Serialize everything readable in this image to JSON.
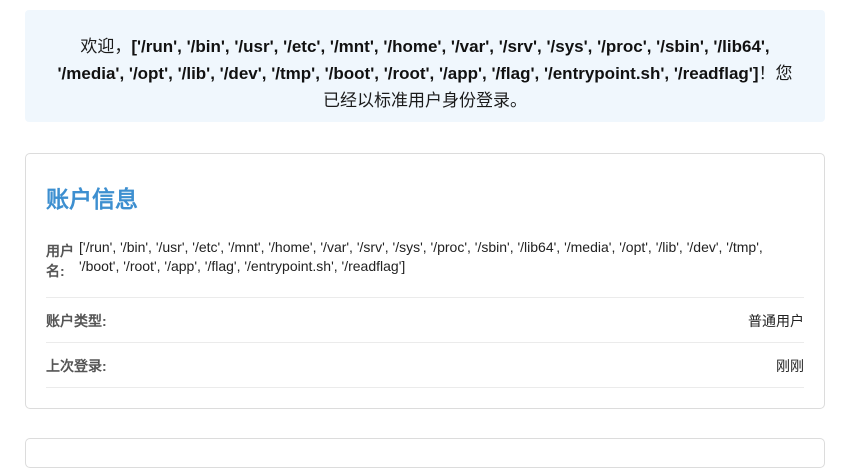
{
  "welcome": {
    "prefix": "欢迎，",
    "username": "['/run', '/bin', '/usr', '/etc', '/mnt', '/home', '/var', '/srv', '/sys', '/proc', '/sbin', '/lib64', '/media', '/opt', '/lib', '/dev', '/tmp', '/boot', '/root', '/app', '/flag', '/entrypoint.sh', '/readflag']",
    "suffix": "！您已经以标准用户身份登录。"
  },
  "account": {
    "title": "账户信息",
    "username_label": "用户名:",
    "username_value": "['/run', '/bin', '/usr', '/etc', '/mnt', '/home', '/var', '/srv', '/sys', '/proc', '/sbin', '/lib64', '/media', '/opt', '/lib', '/dev', '/tmp', '/boot', '/root', '/app', '/flag', '/entrypoint.sh', '/readflag']",
    "type_label": "账户类型:",
    "type_value": "普通用户",
    "last_login_label": "上次登录:",
    "last_login_value": "刚刚"
  },
  "colors": {
    "accent": "#3d8fd0",
    "welcome_bg": "#f0f7fd",
    "border": "#dcdcdc"
  }
}
